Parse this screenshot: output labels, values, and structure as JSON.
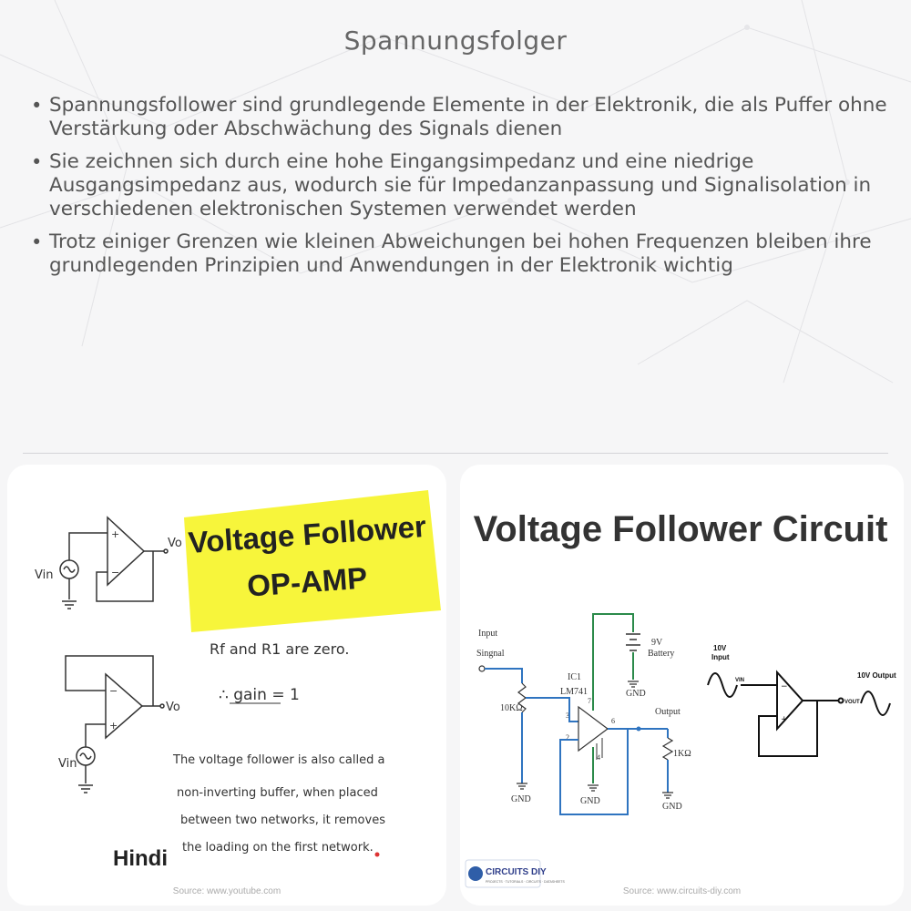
{
  "title": "Spannungsfolger",
  "bullets": [
    "Spannungsfollower sind grundlegende Elemente in der Elektronik, die als Puffer ohne Verstärkung oder Abschwächung des Signals dienen",
    "Sie zeichnen sich durch eine hohe Eingangsimpedanz und eine niedrige Ausgangsimpedanz aus, wodurch sie für Impedanzanpassung und Signalisolation in verschiedenen elektronischen Systemen verwendet werden",
    "Trotz einiger Grenzen wie kleinen Abweichungen bei hohen Frequenzen bleiben ihre grundlegenden Prinzipien und Anwendungen in der Elektronik wichtig"
  ],
  "left_card": {
    "banner_line1": "Voltage Follower",
    "banner_line2": "OP-AMP",
    "vin": "Vin",
    "vo": "Vo",
    "note1": "Rf and R1 are zero.",
    "note2": "∴ gain = 1",
    "explanation": [
      "The voltage follower is also called a",
      "non-inverting buffer, when placed",
      "between two networks, it removes",
      "the loading on the first network."
    ],
    "hindi": "Hindi",
    "source": "Source: www.youtube.com"
  },
  "right_card": {
    "heading": "Voltage Follower Circuit",
    "input_label": "Input",
    "signal_label": "Singnal",
    "pot_label": "10KΩ",
    "ic_label": "IC1",
    "ic_name": "LM741",
    "battery_v": "9V",
    "battery_label": "Battery",
    "output_label": "Output",
    "resistor_label": "1KΩ",
    "gnd": "GND",
    "pin3": "3",
    "pin2": "2",
    "pin6": "6",
    "pin7": "7",
    "pin4": "4",
    "input_10v": "10V",
    "input_word": "Input",
    "output_10v": "10V Output",
    "vin_small": "VIN",
    "vout_small": "VOUT",
    "logo_text": "CIRCUITS DIY",
    "logo_sub": "PROJECTS · TUTORIALS · CIRCUITS · DATASHEETS",
    "source": "Source: www.circuits-diy.com"
  },
  "colors": {
    "banner_yellow": "#f7f53b",
    "wire_blue": "#2f74c0",
    "wire_green": "#2b8a4a",
    "text_gray": "#555555"
  }
}
